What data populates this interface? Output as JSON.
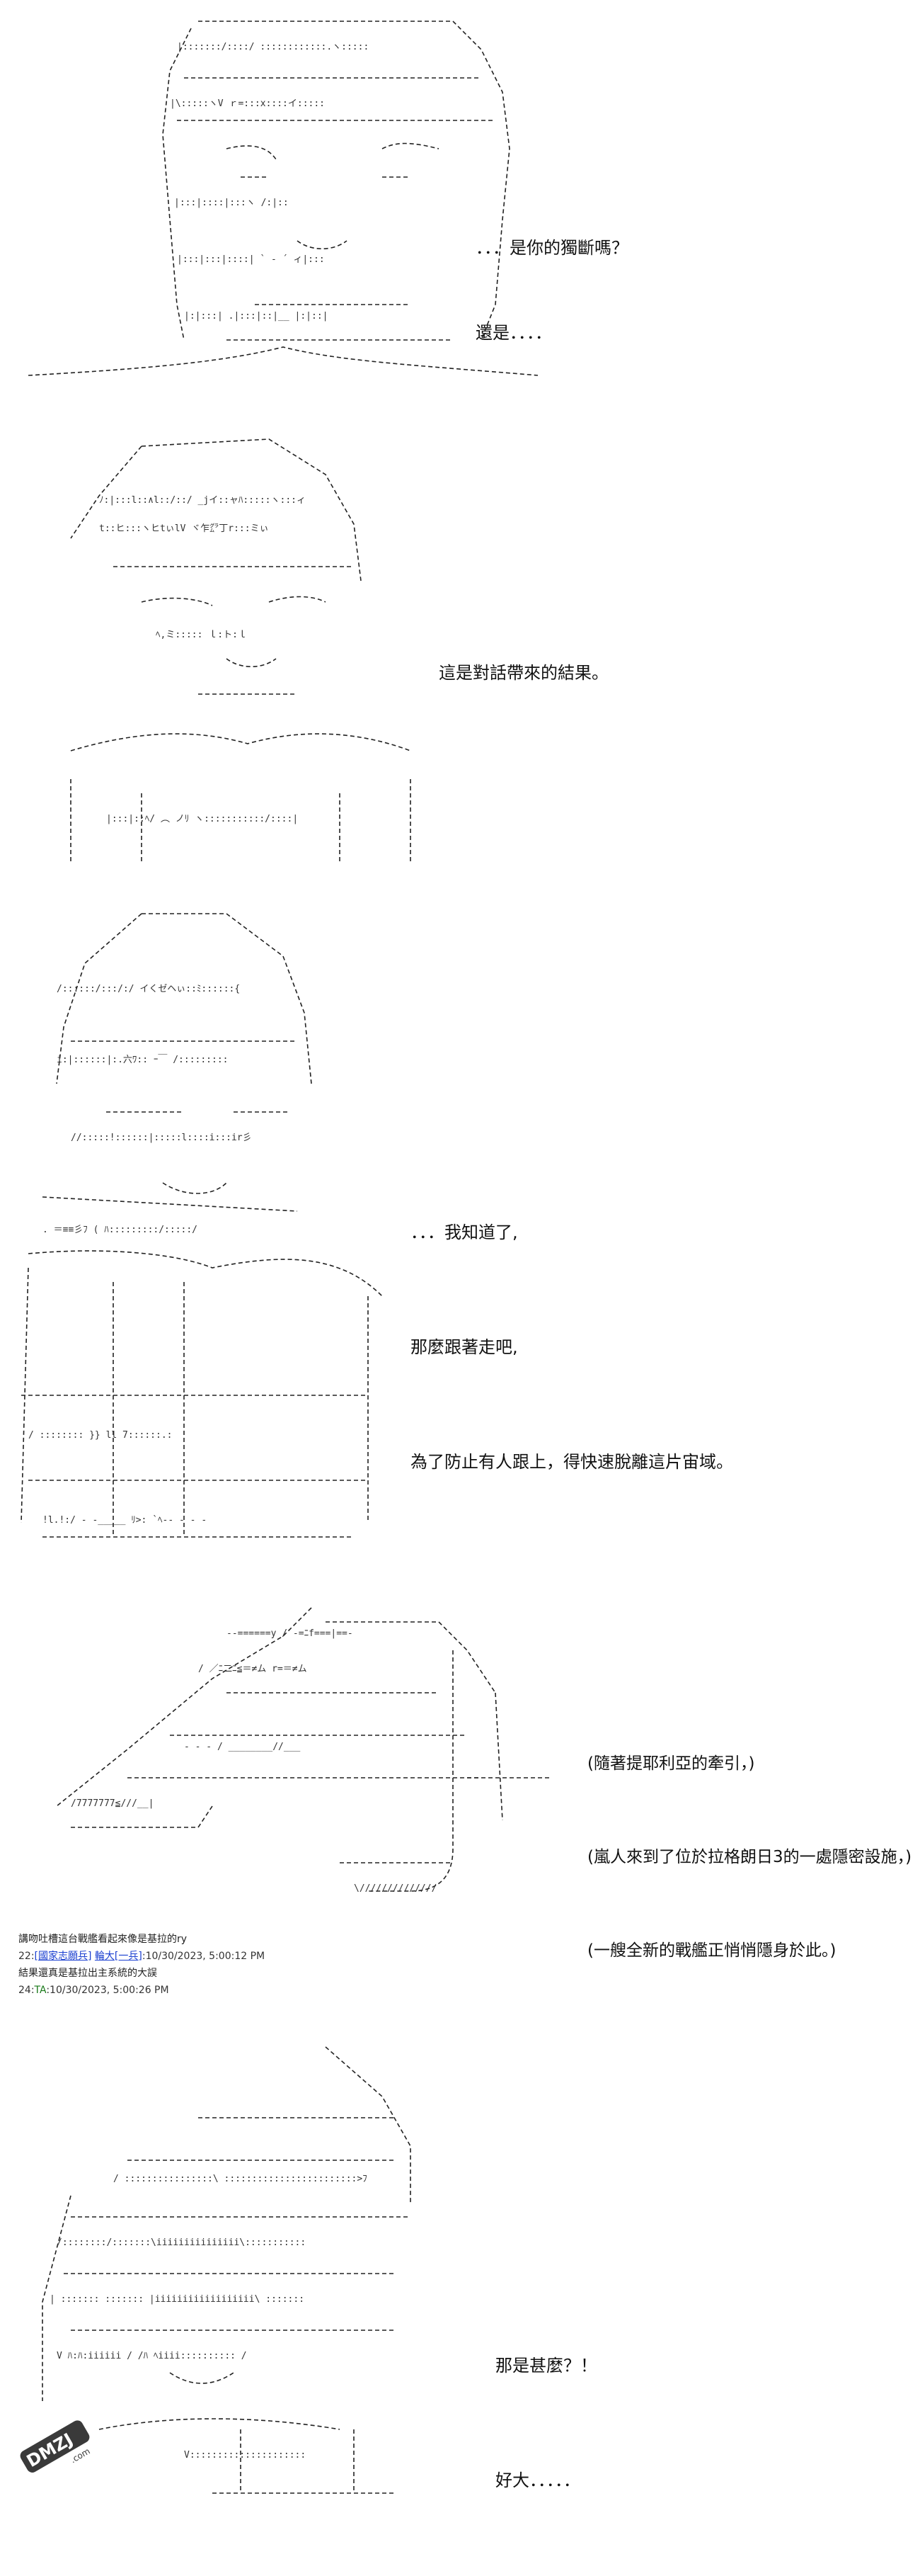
{
  "panels": [
    {
      "lines": [
        "．．．是你的獨斷嗎？",
        "還是．．．．"
      ]
    },
    {
      "lines": [
        "這是對話帶來的結果。"
      ]
    },
    {
      "lines": [
        "．．．我知道了,",
        "那麼跟著走吧,",
        "為了防止有人跟上，得快速脫離這片宙域。"
      ]
    },
    {
      "lines": [
        "(隨著提耶利亞的牽引，)",
        "(嵐人來到了位於拉格朗日3的一處隱密設施，)",
        "(一艘全新的戰艦正悄悄隱身於此。)"
      ]
    },
    {
      "lines": [
        "那是甚麼？！",
        "好大．．．．．"
      ]
    }
  ],
  "thread": {
    "first_msg": "講吻吐槽這台戰艦看起來像是基拉的ry",
    "posts": [
      {
        "num": "22:",
        "tag": "[國家志願兵]",
        "name": "輪大",
        "rank": "[一兵]",
        "time": ":10/30/2023, 5:00:12 PM",
        "msg": "結果還真是基拉出主系統的大誤"
      },
      {
        "num": "24:",
        "name": "TA",
        "time": ":10/30/2023, 5:00:26 PM"
      }
    ]
  },
  "watermark": {
    "text": "DMZJ",
    "sub": ".com"
  }
}
